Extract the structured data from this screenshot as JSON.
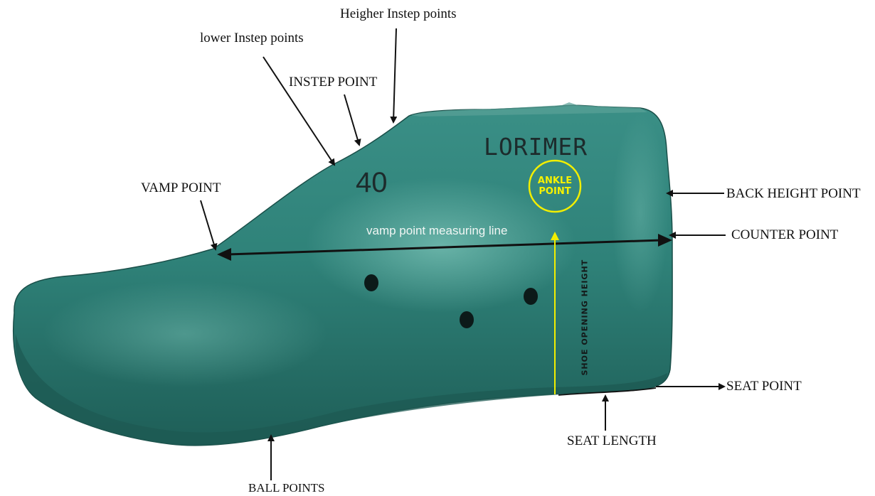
{
  "diagram": {
    "labels": {
      "higher_instep": "Heigher Instep points",
      "lower_instep": "lower Instep points",
      "instep_point": "INSTEP POINT",
      "vamp_point": "VAMP POINT",
      "back_height_point": "BACK HEIGHT POINT",
      "counter_point": "COUNTER POINT",
      "seat_point": "SEAT POINT",
      "seat_length": "SEAT LENGTH",
      "ball_points": "BALL POINTS",
      "measuring_line": "vamp point measuring line",
      "shoe_opening_height": "SHOE OPENING HEIGHT",
      "ankle_point_line1": "ANKLE",
      "ankle_point_line2": "POINT"
    },
    "last_markings": {
      "model": "LORIMER",
      "size": "40"
    },
    "colors": {
      "last_body": "#2f8279",
      "last_dark": "#1f5d56",
      "last_highlight": "#5fb0a4",
      "annotation_yellow": "#f2ee00",
      "arrow": "#111111"
    }
  }
}
